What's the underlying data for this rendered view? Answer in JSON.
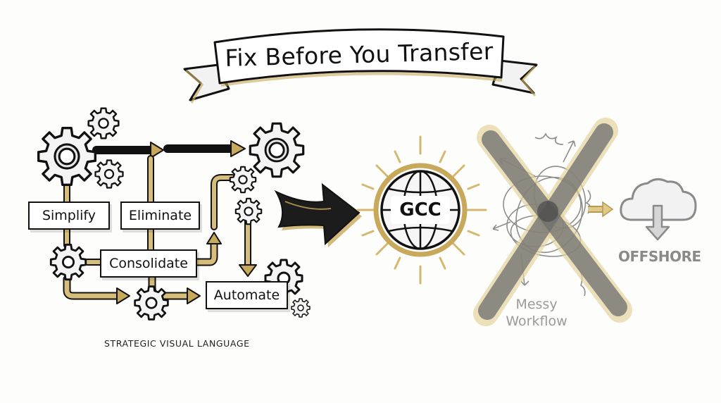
{
  "title": {
    "text": "Fix Before You Transfer",
    "style": "ribbon-banner"
  },
  "process": {
    "steps": [
      {
        "label": "Simplify"
      },
      {
        "label": "Eliminate"
      },
      {
        "label": "Consolidate"
      },
      {
        "label": "Automate"
      }
    ],
    "caption": "STRATEGIC VISUAL LANGUAGE",
    "icons": [
      "gear-icon",
      "arrow-right-icon"
    ]
  },
  "transition": {
    "arrow_icon": "arrow-right-icon"
  },
  "destination": {
    "label": "GCC",
    "icon": "globe-icon"
  },
  "rejected": {
    "label_line1": "Messy",
    "label_line2": "Workflow",
    "icon": "cross-out-icon"
  },
  "offshore": {
    "label": "OFFSHORE",
    "icon": "cloud-download-icon"
  },
  "colors": {
    "gold": "#c8a85a",
    "gold_light": "#e0c98c",
    "ink": "#111111",
    "grey": "#9a9a9a",
    "grey_dark": "#6e6e6e",
    "background": "#fdfdfc"
  }
}
